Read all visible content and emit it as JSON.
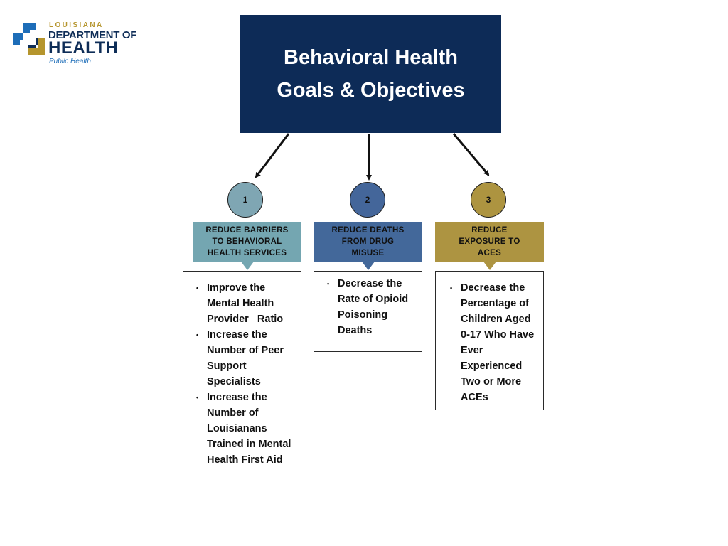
{
  "logo": {
    "state": "LOUISIANA",
    "dept": "DEPARTMENT OF",
    "health": "HEALTH",
    "sub": "Public Health",
    "colors": {
      "blue": "#1d6db8",
      "gold": "#b5952d",
      "navy": "#0e2d57"
    }
  },
  "title": {
    "line1": "Behavioral Health",
    "line2": "Goals & Objectives",
    "bg": "#0d2b57"
  },
  "goals": [
    {
      "number": "1",
      "circle_color": "#7fa6b3",
      "header_color": "#74a6b1",
      "header_lines": [
        "REDUCE BARRIERS",
        "TO BEHAVIORAL",
        "HEALTH SERVICES"
      ],
      "objectives": [
        "Improve the Mental Health Provider   Ratio",
        "Increase the Number of Peer Support Specialists",
        "Increase the Number of Louisianans Trained in Mental Health First Aid"
      ]
    },
    {
      "number": "2",
      "circle_color": "#44669a",
      "header_color": "#43689a",
      "header_lines": [
        "REDUCE DEATHS",
        "FROM DRUG",
        "MISUSE"
      ],
      "objectives": [
        "Decrease the Rate of Opioid Poisoning Deaths"
      ]
    },
    {
      "number": "3",
      "circle_color": "#ad9440",
      "header_color": "#ad9441",
      "header_lines": [
        "REDUCE",
        "EXPOSURE TO",
        "ACES"
      ],
      "objectives": [
        "Decrease the Percentage of Children Aged 0-17 Who Have Ever Experienced Two or More ACEs"
      ]
    }
  ]
}
